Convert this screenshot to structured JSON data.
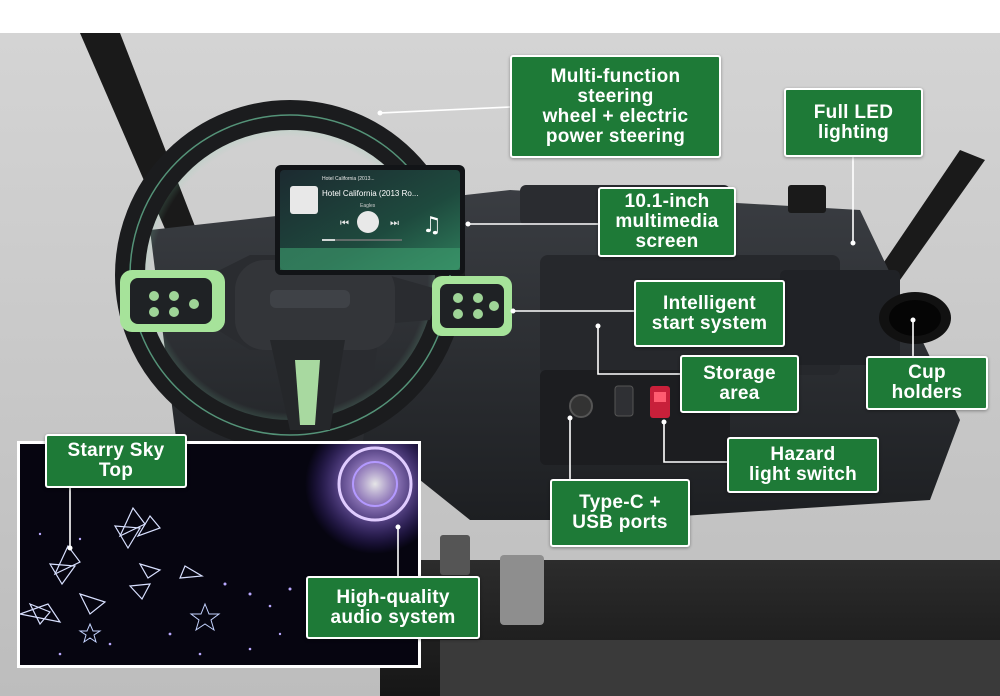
{
  "callouts": {
    "steering": [
      "Multi-function",
      "steering",
      "wheel + electric",
      "power steering"
    ],
    "led": [
      "Full LED",
      "lighting"
    ],
    "screen": [
      "10.1-inch",
      "multimedia",
      "screen"
    ],
    "start": [
      "Intelligent",
      "start system"
    ],
    "storage": [
      "Storage",
      "area"
    ],
    "cup": [
      "Cup",
      "holders"
    ],
    "hazard": [
      "Hazard",
      "light switch"
    ],
    "usb": [
      "Type-C +",
      "USB ports"
    ],
    "starry": [
      "Starry Sky",
      "Top"
    ],
    "audio": [
      "High-quality",
      "audio system"
    ]
  },
  "screen_ui": {
    "header": "Hotel California (2013...",
    "track_title": "Hotel California (2013 Ro...",
    "artist": "Eagles"
  },
  "colors": {
    "callout_bg": "#1e7a37",
    "callout_border": "#ffffff",
    "accent_green": "#a6e39a",
    "inset_bg": "#060510"
  }
}
